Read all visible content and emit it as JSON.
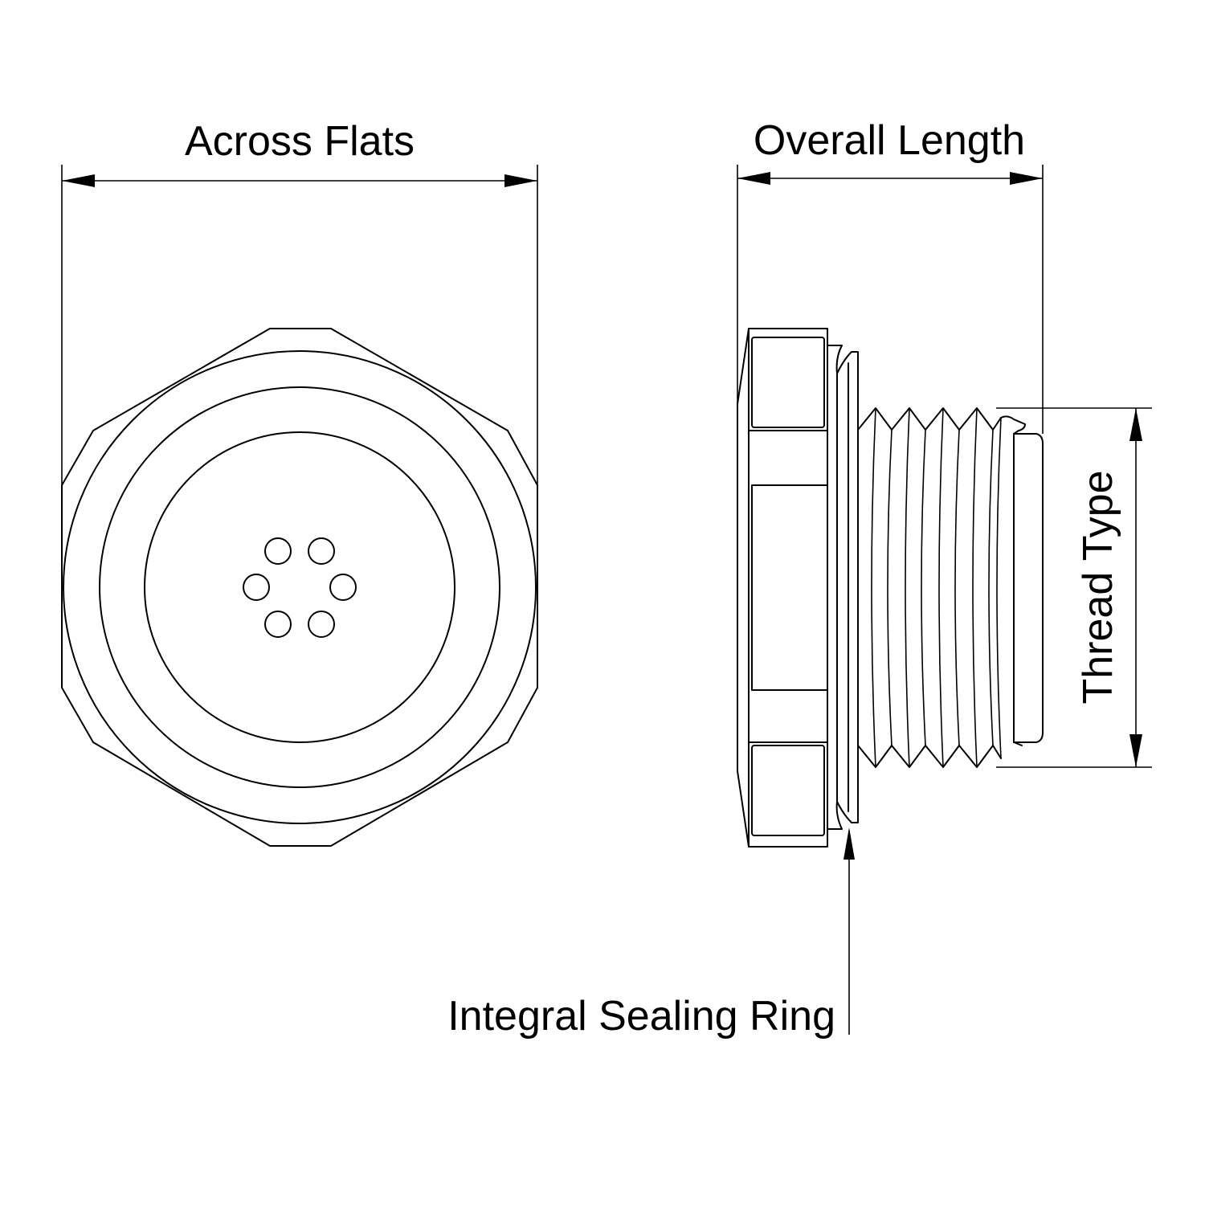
{
  "labels": {
    "across_flats": "Across Flats",
    "overall_length": "Overall Length",
    "thread_type": "Thread Type",
    "integral_sealing_ring": "Integral Sealing Ring"
  },
  "colors": {
    "line": "#000000",
    "background": "#ffffff"
  }
}
